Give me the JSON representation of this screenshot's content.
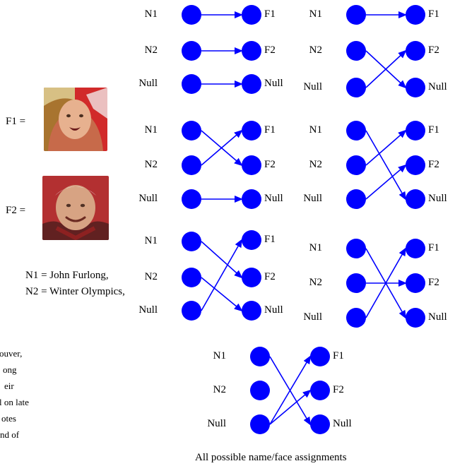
{
  "faces": [
    {
      "label": "F1 =",
      "name": "girl-face"
    },
    {
      "label": "F2 =",
      "name": "man-face"
    }
  ],
  "legend": [
    "N1 = John Furlong,",
    "N2 = Winter Olympics,"
  ],
  "cropped_text": [
    "ouver,",
    "ong",
    "eir",
    "l on late",
    "otes",
    "nd of"
  ],
  "caption": "All possible name/face assignments",
  "colors": {
    "node": "#0000ff",
    "edge": "#0000ff",
    "text": "#000000",
    "background": "#ffffff"
  },
  "assignments": [
    {
      "left": [
        "N1",
        "N2",
        "Null"
      ],
      "right": [
        "F1",
        "F2",
        "Null"
      ],
      "edges": [
        [
          0,
          0
        ],
        [
          1,
          1
        ],
        [
          2,
          2
        ]
      ]
    },
    {
      "left": [
        "N1",
        "N2",
        "Null"
      ],
      "right": [
        "F1",
        "F2",
        "Null"
      ],
      "edges": [
        [
          0,
          0
        ],
        [
          1,
          2
        ],
        [
          2,
          1
        ]
      ]
    },
    {
      "left": [
        "N1",
        "N2",
        "Null"
      ],
      "right": [
        "F1",
        "F2",
        "Null"
      ],
      "edges": [
        [
          0,
          1
        ],
        [
          1,
          0
        ],
        [
          2,
          2
        ]
      ]
    },
    {
      "left": [
        "N1",
        "N2",
        "Null"
      ],
      "right": [
        "F1",
        "F2",
        "Null"
      ],
      "edges": [
        [
          0,
          2
        ],
        [
          1,
          0
        ],
        [
          2,
          1
        ]
      ]
    },
    {
      "left": [
        "N1",
        "N2",
        "Null"
      ],
      "right": [
        "F1",
        "F2",
        "Null"
      ],
      "edges": [
        [
          0,
          1
        ],
        [
          1,
          2
        ],
        [
          2,
          0
        ]
      ]
    },
    {
      "left": [
        "N1",
        "N2",
        "Null"
      ],
      "right": [
        "F1",
        "F2",
        "Null"
      ],
      "edges": [
        [
          0,
          2
        ],
        [
          1,
          1
        ],
        [
          2,
          0
        ]
      ]
    },
    {
      "left": [
        "N1",
        "N2",
        "Null"
      ],
      "right": [
        "F1",
        "F2",
        "Null"
      ],
      "edges": [
        [
          0,
          2
        ],
        [
          2,
          0
        ],
        [
          2,
          1
        ]
      ]
    }
  ]
}
